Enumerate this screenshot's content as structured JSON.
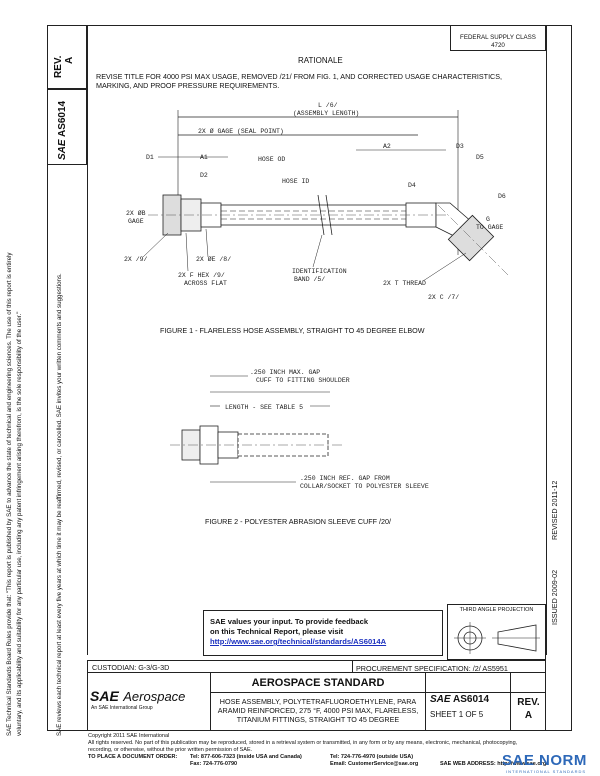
{
  "header": {
    "federal_supply_class_label": "FEDERAL SUPPLY CLASS",
    "federal_supply_class_number": "4720",
    "rev_label": "REV.",
    "rev_value": "A"
  },
  "side": {
    "doc_number": "AS6014",
    "issued": "ISSUED 2009-02",
    "revised": "REVISED 2011-12",
    "notice_line1": "SAE Technical Standards Board Rules provide that: \"This report is published by SAE to advance the state of technical and engineering sciences. The use of this report is entirely",
    "notice_line2": "voluntary, and its applicability and suitability for any particular use, including any patent infringement arising therefrom, is the sole responsibility of the user.\"",
    "notice_line3": "SAE reviews each technical report at least every five years at which time it may be reaffirmed, revised, or cancelled. SAE invites your written comments and suggestions."
  },
  "rationale": {
    "heading": "RATIONALE",
    "text_line1": "REVISE TITLE FOR 4000 PSI MAX USAGE, REMOVED /21/ FROM FIG. 1, AND CORRECTED USAGE CHARACTERISTICS,",
    "text_line2": "MARKING, AND PROOF PRESSURE REQUIREMENTS."
  },
  "figure1": {
    "caption": "FIGURE 1 - FLARELESS HOSE ASSEMBLY, STRAIGHT TO 45 DEGREE ELBOW",
    "labels": {
      "l": "L /6/",
      "assembly_length": "(ASSEMBLY LENGTH)",
      "gage": "2X Ø GAGE (SEAL POINT)",
      "d1": "D1",
      "a1": "A1",
      "hose_od": "HOSE OD",
      "a2": "A2",
      "d3": "D3",
      "d5": "D5",
      "d6": "D6",
      "d2": "D2",
      "hose_id": "HOSE ID",
      "d4": "D4",
      "b_gage": "2X ØB",
      "b_gage2": "GAGE",
      "g": "G",
      "to_gage": "TO GAGE",
      "x9": "2X /9/",
      "e8": "2X ØE /8/",
      "f_hex": "2X F HEX /9/",
      "across_flat": "ACROSS FLAT",
      "ident": "IDENTIFICATION",
      "band": "BAND /5/",
      "t_thread": "2X T THREAD",
      "c7": "2X C /7/"
    }
  },
  "figure2": {
    "caption": "FIGURE 2 - POLYESTER ABRASION SLEEVE CUFF /20/",
    "labels": {
      "gap1": ".250 INCH MAX. GAP",
      "gap1b": "CUFF TO FITTING SHOULDER",
      "length": "LENGTH - SEE TABLE 5",
      "gap2": ".250 INCH REF. GAP FROM",
      "gap2b": "COLLAR/SOCKET TO POLYESTER SLEEVE"
    }
  },
  "feedback": {
    "line1": "SAE values your input. To provide feedback",
    "line2": "on this Technical Report, please visit",
    "url": "http://www.sae.org/technical/standards/AS6014A"
  },
  "projection": {
    "label": "THIRD ANGLE PROJECTION"
  },
  "title_block": {
    "custodian": "CUSTODIAN: G-3/G-3D",
    "procurement": "PROCUREMENT SPECIFICATION: /2/ AS5951",
    "logo_sae": "SAE",
    "logo_aerospace": "Aerospace",
    "logo_sub": "An SAE International Group",
    "standard_heading": "AEROSPACE STANDARD",
    "desc_line1": "HOSE ASSEMBLY, POLYTETRAFLUOROETHYLENE, PARA",
    "desc_line2": "ARAMID REINFORCED, 275 °F, 4000 PSI MAX, FLARELESS,",
    "desc_line3": "TITANIUM FITTINGS, STRAIGHT TO 45 DEGREE",
    "sae_small": "SAE",
    "doc_number": "AS6014",
    "sheet": "SHEET 1 OF 5",
    "rev_label": "REV.",
    "rev_value": "A"
  },
  "footer": {
    "copyright": "Copyright 2011 SAE International",
    "rights_line1": "All rights reserved. No part of this publication may be reproduced, stored in a retrieval system or transmitted, in any form or by any means, electronic, mechanical, photocopying,",
    "rights_line2": "recording, or otherwise, without the prior written permission of SAE.",
    "order_label": "TO PLACE A DOCUMENT ORDER:",
    "tel1": "Tel: 877-606-7323 (inside USA and Canada)",
    "fax": "Fax: 724-776-0790",
    "tel2": "Tel: 724-776-4970 (outside USA)",
    "email": "Email: CustomerService@sae.org",
    "web": "SAE WEB ADDRESS: http://www.sae.org",
    "watermark": "SAE NORM",
    "watermark_sub": "INTERNATIONAL STANDARDS"
  }
}
